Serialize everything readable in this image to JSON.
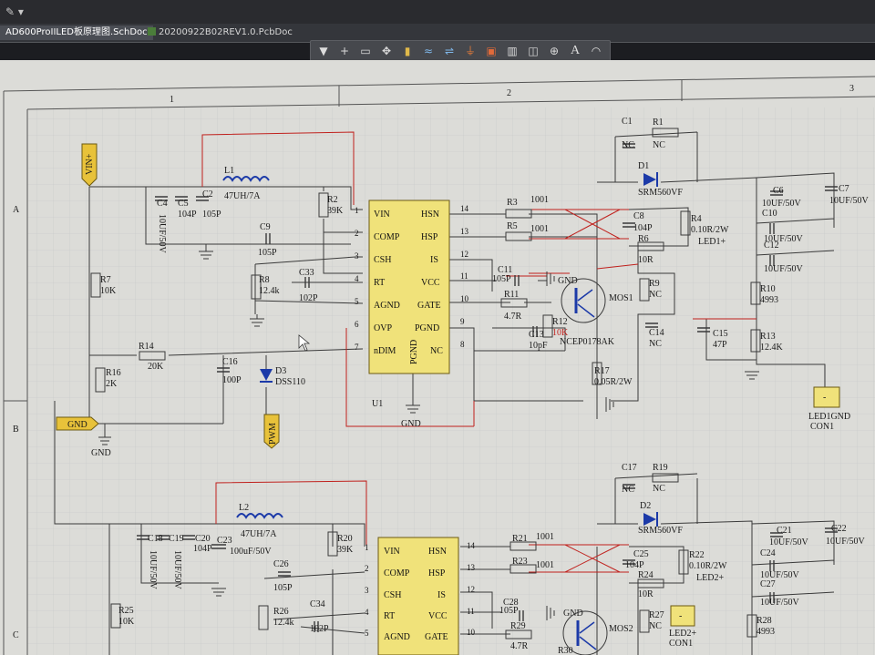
{
  "window": {
    "pin_icon": "pin-icon"
  },
  "tabs": [
    {
      "label": "AD600ProIILED板原理图.SchDoc",
      "active": true
    },
    {
      "label": "20200922B02REV1.0.PcbDoc",
      "active": false
    }
  ],
  "toolbar": {
    "icons": [
      "filter-icon",
      "cross-probe-icon",
      "select-rectangle-icon",
      "move-icon",
      "align-icon",
      "wire-icon",
      "bus-icon",
      "net-label-icon",
      "power-port-icon",
      "part-icon",
      "sheet-symbol-icon",
      "port-icon",
      "text-icon",
      "arc-icon"
    ],
    "text_tool_label": "A"
  },
  "border": {
    "zones_top": [
      "1",
      "2",
      "3"
    ],
    "zones_left": [
      "A",
      "B",
      "C"
    ]
  },
  "ports": {
    "vin": "VIN+",
    "gnd": "GND",
    "pwm": "PWM"
  },
  "u1": {
    "ref": "U1",
    "left_pins": [
      {
        "num": "1",
        "name": "VIN"
      },
      {
        "num": "2",
        "name": "COMP"
      },
      {
        "num": "3",
        "name": "CSH"
      },
      {
        "num": "4",
        "name": "RT"
      },
      {
        "num": "5",
        "name": "AGND"
      },
      {
        "num": "6",
        "name": "OVP"
      },
      {
        "num": "7",
        "name": "nDIM"
      }
    ],
    "right_pins": [
      {
        "num": "14",
        "name": "HSN"
      },
      {
        "num": "13",
        "name": "HSP"
      },
      {
        "num": "12",
        "name": "IS"
      },
      {
        "num": "11",
        "name": "VCC"
      },
      {
        "num": "10",
        "name": "GATE"
      },
      {
        "num": "9",
        "name": "PGND"
      },
      {
        "num": "8",
        "name": "NC"
      }
    ],
    "center": "PGND"
  },
  "u2": {
    "left_pins": [
      {
        "num": "1",
        "name": "VIN"
      },
      {
        "num": "2",
        "name": "COMP"
      },
      {
        "num": "3",
        "name": "CSH"
      },
      {
        "num": "4",
        "name": "RT"
      },
      {
        "num": "5",
        "name": "AGND"
      }
    ],
    "right_pins": [
      {
        "num": "14",
        "name": "HSN"
      },
      {
        "num": "13",
        "name": "HSP"
      },
      {
        "num": "12",
        "name": "IS"
      },
      {
        "num": "11",
        "name": "VCC"
      },
      {
        "num": "10",
        "name": "GATE"
      }
    ]
  },
  "components_top": {
    "l1": [
      "L1",
      "47UH/7A"
    ],
    "c4": [
      "C4",
      "10UF/50V"
    ],
    "c5": [
      "C5",
      "104P"
    ],
    "c2": [
      "C2",
      "105P"
    ],
    "r2": [
      "R2",
      "39K"
    ],
    "c9": [
      "C9",
      "105P"
    ],
    "r8": [
      "R8",
      "12.4k"
    ],
    "c33": [
      "C33",
      "102P"
    ],
    "r7": [
      "R7",
      "10K"
    ],
    "r14": [
      "R14",
      "20K"
    ],
    "r16": [
      "R16",
      "2K"
    ],
    "c16": [
      "C16",
      "100P"
    ],
    "d3": [
      "D3",
      "DSS110"
    ],
    "r3": [
      "R3",
      "1001"
    ],
    "r5": [
      "R5",
      "1001"
    ],
    "c11": [
      "C11",
      "105P"
    ],
    "r11": [
      "R11",
      "4.7R"
    ],
    "c13": [
      "C13",
      "10pF"
    ],
    "r12": [
      "R12",
      "10K"
    ],
    "mos1": [
      "MOS1",
      "NCEP0178AK"
    ],
    "r17": [
      "R17",
      "0.05R/2W"
    ],
    "c1": [
      "C1",
      "NC"
    ],
    "r1": [
      "R1",
      "NC"
    ],
    "d1": [
      "D1",
      "SRM560VF"
    ],
    "c8": [
      "C8",
      "104P"
    ],
    "r6": [
      "R6",
      "10R"
    ],
    "r4": [
      "R4",
      "0.10R/2W"
    ],
    "led1": "LED1+",
    "r9": [
      "R9",
      "NC"
    ],
    "c14": [
      "C14",
      "NC"
    ],
    "c6": [
      "C6",
      "10UF/50V"
    ],
    "c7": [
      "C7",
      "10UF/50V"
    ],
    "c10": [
      "C10",
      "10UF/50V"
    ],
    "c12": [
      "C12",
      "10UF/50V"
    ],
    "r10": [
      "R10",
      "4993"
    ],
    "r13": [
      "R13",
      "12.4K"
    ],
    "c15": [
      "C15",
      "47P"
    ],
    "con1": [
      "LED1GND",
      "CON1"
    ],
    "gnd_label": "GND",
    "pin_minus": "-"
  },
  "components_bottom": {
    "l2": [
      "L2",
      "47UH/7A"
    ],
    "c18": [
      "C18",
      "10UF/50V"
    ],
    "c19": [
      "C19",
      "10UF/50V"
    ],
    "c20": [
      "C20",
      "104P"
    ],
    "c23": [
      "C23",
      "100uF/50V"
    ],
    "r20": [
      "R20",
      "39K"
    ],
    "c26": [
      "C26",
      "105P"
    ],
    "r26": [
      "R26",
      "12.4k"
    ],
    "c34": [
      "C34",
      "102P"
    ],
    "r25": [
      "R25",
      "10K"
    ],
    "r21": [
      "R21",
      "1001"
    ],
    "r23": [
      "R23",
      "1001"
    ],
    "c28": [
      "C28",
      "105P"
    ],
    "r29": [
      "R29",
      "4.7R"
    ],
    "r30": "R30",
    "mos2": "MOS2",
    "c17": [
      "C17",
      "NC"
    ],
    "r19": [
      "R19",
      "NC"
    ],
    "d2": [
      "D2",
      "SRM560VF"
    ],
    "c25": [
      "C25",
      "104P"
    ],
    "r24": [
      "R24",
      "10R"
    ],
    "r22": [
      "R22",
      "0.10R/2W"
    ],
    "led2": "LED2+",
    "r27": [
      "R27",
      "NC"
    ],
    "con": [
      "LED2+",
      "CON1"
    ],
    "c21": [
      "C21",
      "10UF/50V"
    ],
    "c22": [
      "C22",
      "10UF/50V"
    ],
    "c24": [
      "C24",
      "10UF/50V"
    ],
    "c27": [
      "C27",
      "10UF/50V"
    ],
    "r28": [
      "R28",
      "4993"
    ]
  },
  "colors": {
    "wire_red": "#c0211d",
    "wire_dark": "#3a3a3a",
    "chip": "#f0e27a",
    "port": "#e8c23a",
    "diode": "#1c3aa8",
    "sheet": "#dcdcd8"
  }
}
